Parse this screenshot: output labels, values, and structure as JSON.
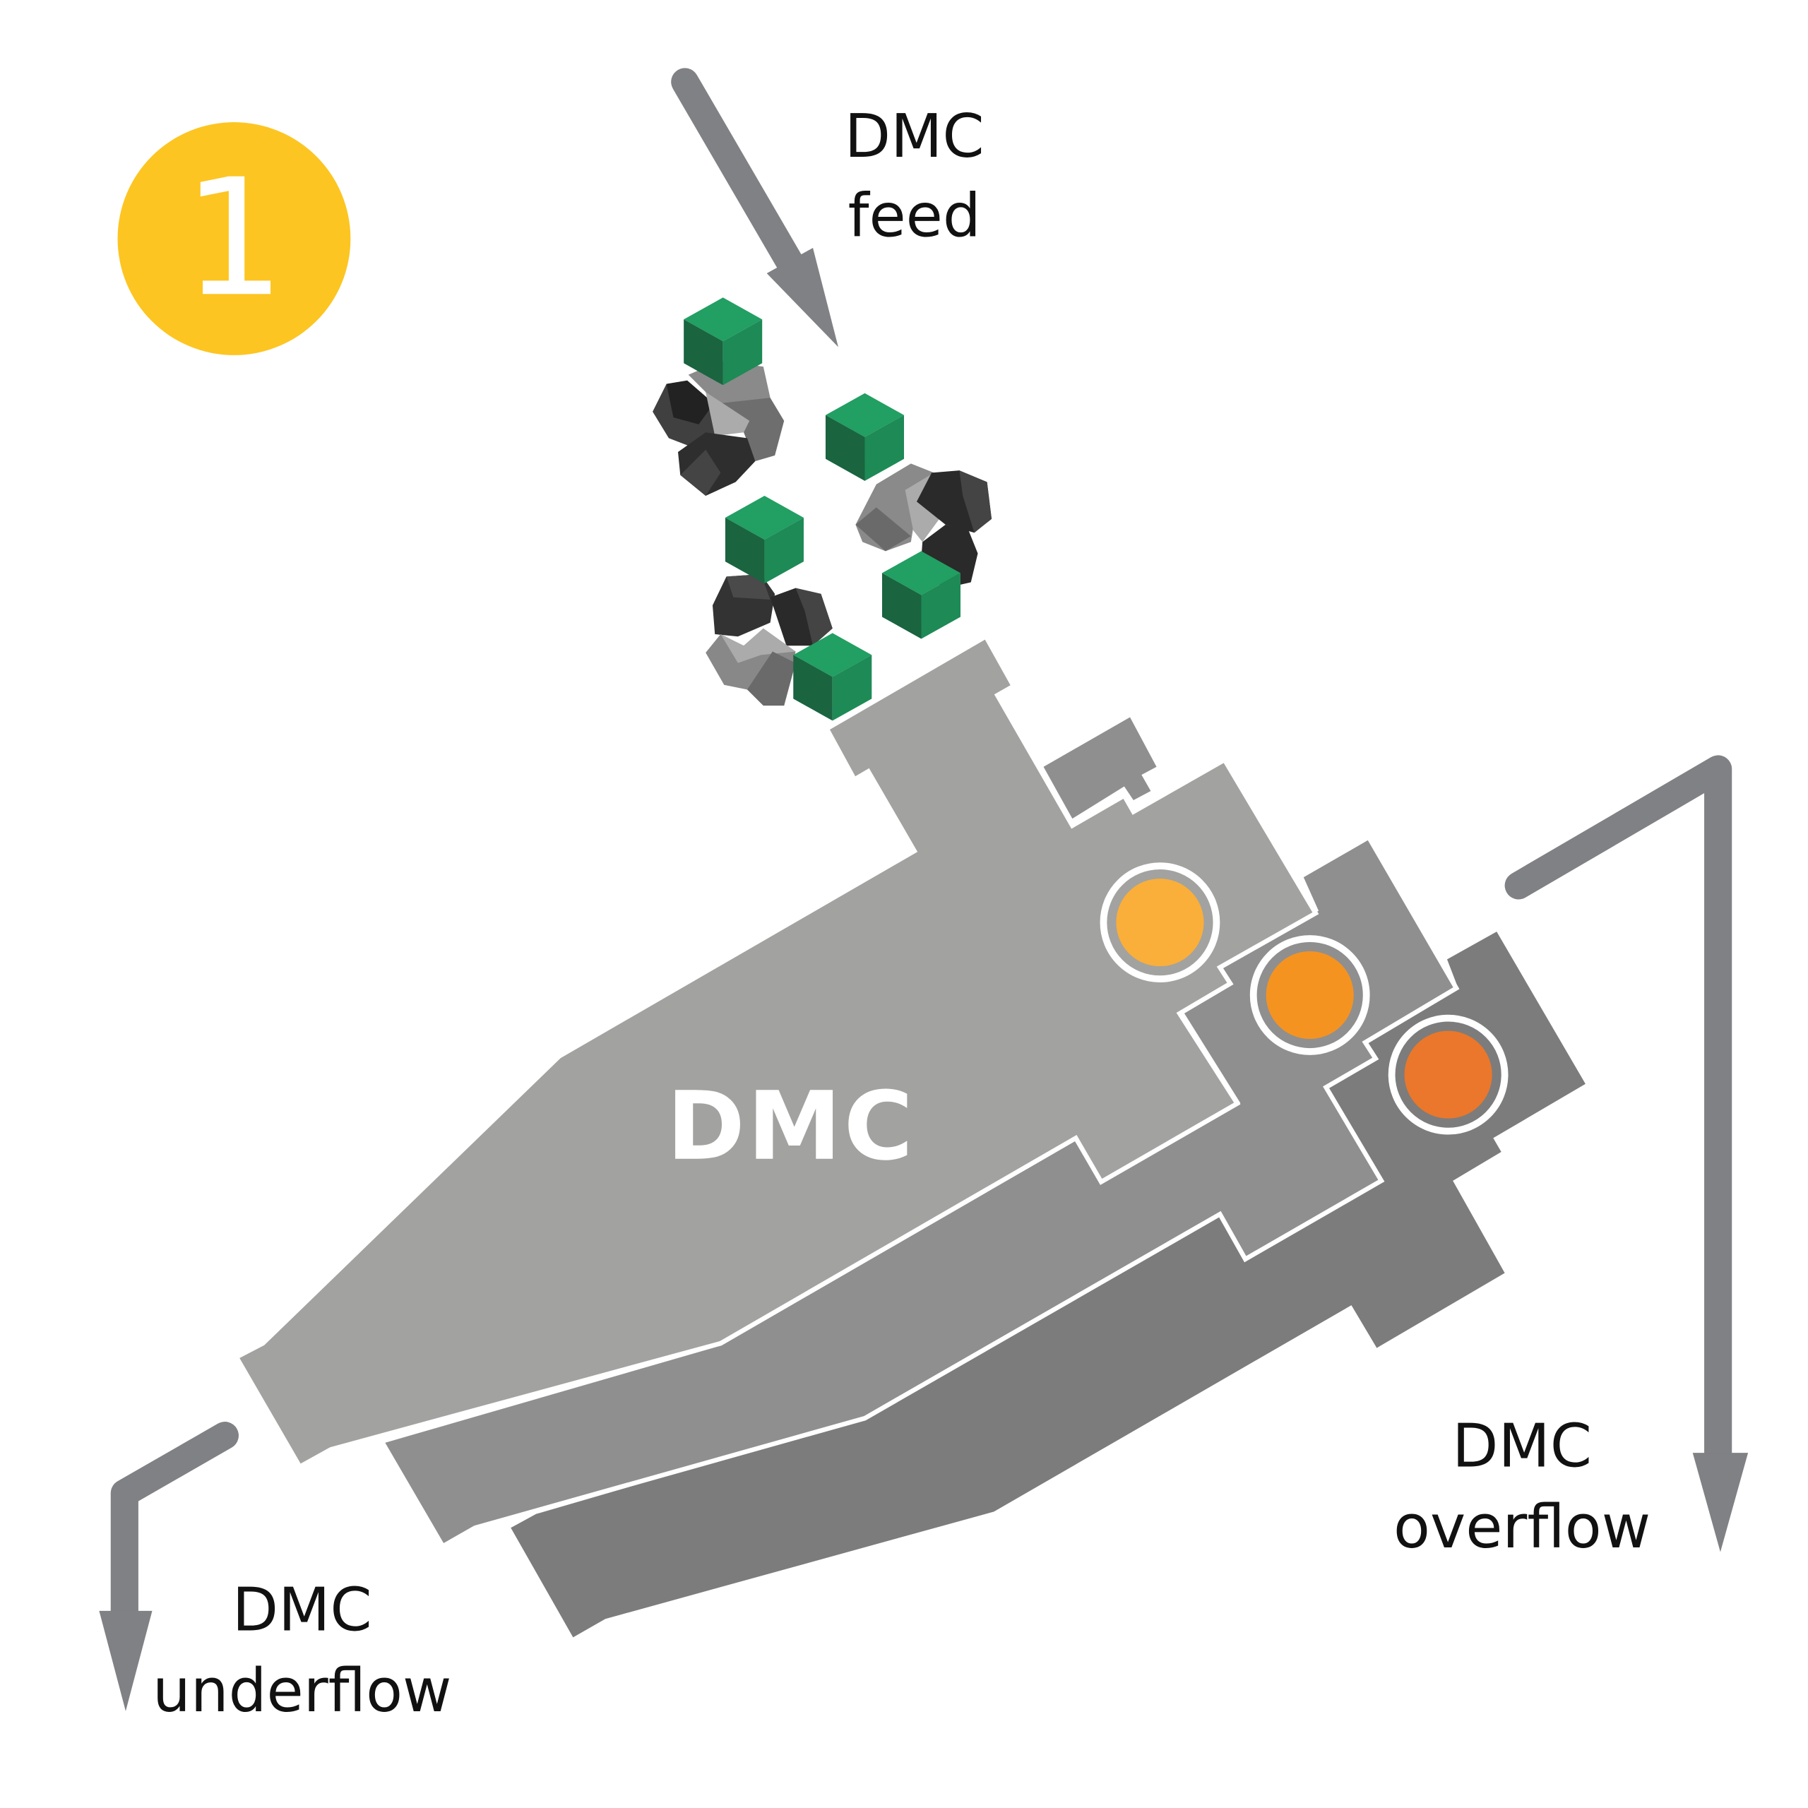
{
  "step_badge": {
    "number": "1",
    "color": "#FDC521"
  },
  "unit": {
    "label": "DMC"
  },
  "labels": {
    "feed": {
      "line1": "DMC",
      "line2": "feed"
    },
    "overflow": {
      "line1": "DMC",
      "line2": "overflow"
    },
    "underflow": {
      "line1": "DMC",
      "line2": "underflow"
    }
  },
  "colors": {
    "arrow": "#808184",
    "body_light": "#A2A2A0",
    "body_mid": "#8F8F8F",
    "body_dark": "#7C7C7C",
    "cube_light": "#229F62",
    "cube_mid": "#1E8A56",
    "cube_dark": "#1A6440",
    "indicator_1": "#FAAF3A",
    "indicator_2": "#F59321",
    "indicator_3": "#EA772B"
  }
}
